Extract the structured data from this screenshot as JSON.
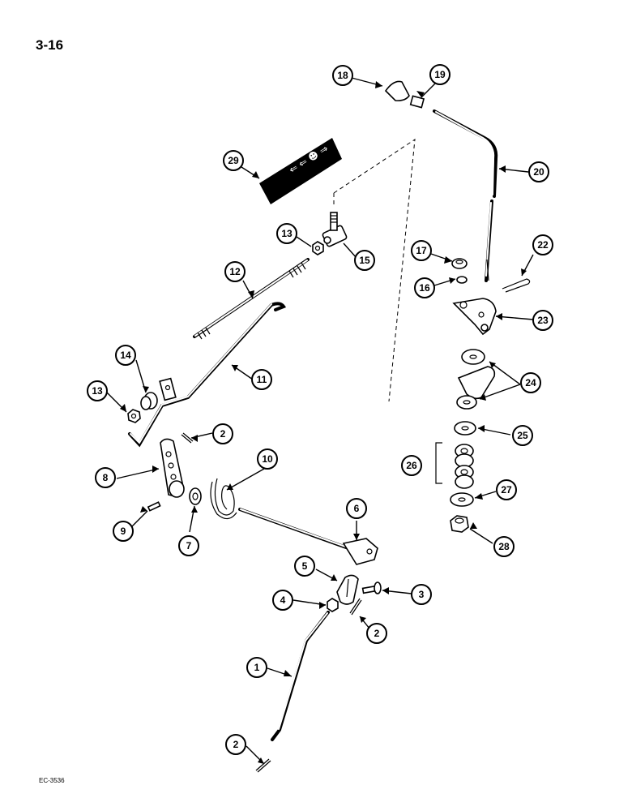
{
  "page": {
    "number": "3-16",
    "code": "EC-3536"
  },
  "callouts": [
    {
      "id": "c1",
      "label": "1"
    },
    {
      "id": "c2a",
      "label": "2"
    },
    {
      "id": "c2b",
      "label": "2"
    },
    {
      "id": "c2c",
      "label": "2"
    },
    {
      "id": "c3",
      "label": "3"
    },
    {
      "id": "c4",
      "label": "4"
    },
    {
      "id": "c5",
      "label": "5"
    },
    {
      "id": "c6",
      "label": "6"
    },
    {
      "id": "c7",
      "label": "7"
    },
    {
      "id": "c8",
      "label": "8"
    },
    {
      "id": "c9",
      "label": "9"
    },
    {
      "id": "c10",
      "label": "10"
    },
    {
      "id": "c11",
      "label": "11"
    },
    {
      "id": "c12",
      "label": "12"
    },
    {
      "id": "c13a",
      "label": "13"
    },
    {
      "id": "c13b",
      "label": "13"
    },
    {
      "id": "c14",
      "label": "14"
    },
    {
      "id": "c15",
      "label": "15"
    },
    {
      "id": "c16",
      "label": "16"
    },
    {
      "id": "c17",
      "label": "17"
    },
    {
      "id": "c18",
      "label": "18"
    },
    {
      "id": "c19",
      "label": "19"
    },
    {
      "id": "c20",
      "label": "20"
    },
    {
      "id": "c22",
      "label": "22"
    },
    {
      "id": "c23",
      "label": "23"
    },
    {
      "id": "c24",
      "label": "24"
    },
    {
      "id": "c25",
      "label": "25"
    },
    {
      "id": "c26",
      "label": "26"
    },
    {
      "id": "c27",
      "label": "27"
    },
    {
      "id": "c28",
      "label": "28"
    },
    {
      "id": "c29",
      "label": "29"
    }
  ]
}
